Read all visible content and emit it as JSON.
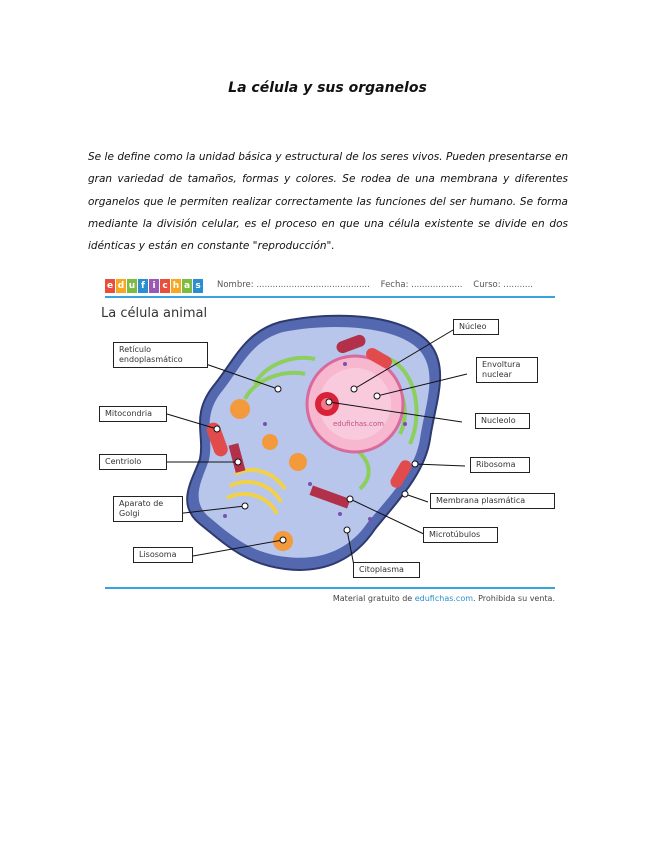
{
  "title": "La célula y sus organelos",
  "intro": "Se le define como la unidad básica y estructural de los seres vivos. Pueden presentarse en gran variedad de tamaños, formas y colores. Se rodea de una membrana y diferentes organelos que le permiten realizar correctamente las funciones del ser humano. Se forma mediante la división celular, es el proceso en que una célula existente se divide en dos idénticas y están en constante \"reproducción\".",
  "worksheet": {
    "logo_letters": [
      "e",
      "d",
      "u",
      "f",
      "i",
      "c",
      "h",
      "a",
      "s"
    ],
    "logo_colors": [
      "#e94e3c",
      "#f7a823",
      "#7dbb42",
      "#2a8fd0",
      "#9b59b6",
      "#e94e3c",
      "#f7a823",
      "#7dbb42",
      "#2a8fd0"
    ],
    "name_field": "Nombre: ..........................................",
    "date_field": "Fecha: ...................",
    "course_field": "Curso: ...........",
    "heading": "La célula animal",
    "watermark": "edufichas.com",
    "labels": {
      "reticulo": "Retículo endoplasmático",
      "mitocondria": "Mitocondria",
      "centriolo": "Centriolo",
      "golgi": "Aparato de Golgi",
      "lisosoma": "Lisosoma",
      "nucleo": "Núcleo",
      "envoltura": "Envoltura nuclear",
      "nucleolo": "Nucleolo",
      "ribosoma": "Ribosoma",
      "membrana": "Membrana plasmática",
      "microtubulos": "Microtúbulos",
      "citoplasma": "Citoplasma"
    },
    "footer_prefix": "Material gratuito de ",
    "footer_brand": "edufichas.com",
    "footer_suffix": ". Prohibida su venta."
  },
  "colors": {
    "accent": "#3aa3de",
    "membrane": "#5468b0",
    "cytoplasm": "#b8c6ec",
    "nucleus": "#f6b7cf",
    "nucleolus": "#d9213a"
  }
}
